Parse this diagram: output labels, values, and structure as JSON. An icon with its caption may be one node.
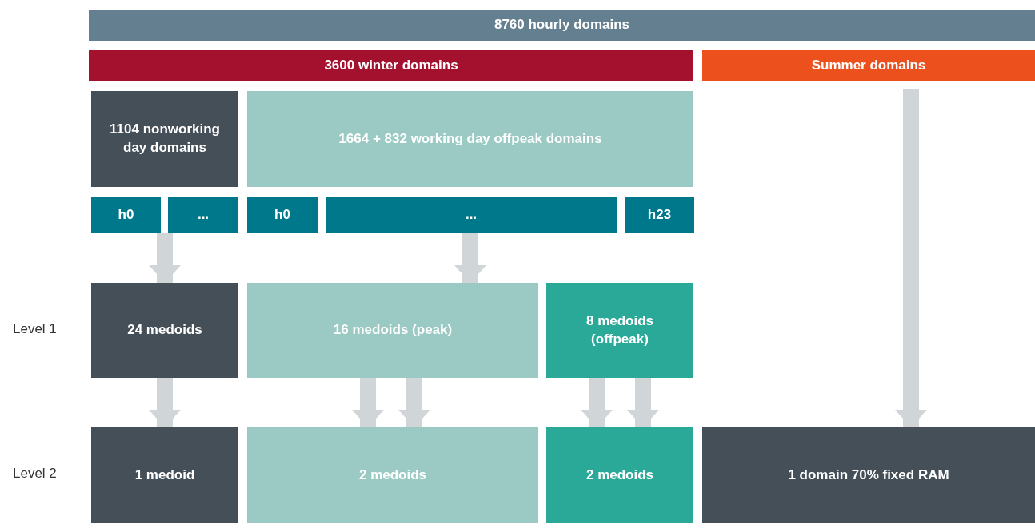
{
  "diagram": {
    "nodes": [
      {
        "text": [
          "8760 hourly domains"
        ]
      },
      {
        "text": [
          "3600 winter domains"
        ]
      },
      {
        "text": [
          "Summer domains"
        ]
      },
      {
        "text": [
          "1104 nonworking day domains"
        ]
      },
      {
        "text": [
          "1664 + 832 working day offpeak domains"
        ]
      },
      {
        "text": [
          "h0"
        ]
      },
      {
        "text": [
          "..."
        ]
      },
      {
        "text": [
          "h0"
        ]
      },
      {
        "text": [
          "..."
        ]
      },
      {
        "text": [
          "h23"
        ]
      },
      {
        "text": [
          "24 medoids"
        ]
      },
      {
        "text": [
          "16 medoids (peak)"
        ]
      },
      {
        "text": [
          "8 medoids (offpeak)"
        ]
      },
      {
        "text": [
          "1 medoid"
        ]
      },
      {
        "text": [
          "2 medoids"
        ]
      },
      {
        "text": [
          "2 medoids"
        ]
      },
      {
        "text": [
          "1 domain 70% fixed RAM"
        ]
      }
    ],
    "edges": [
      {
        "from": 5,
        "to": 10,
        "arrow": "to"
      },
      {
        "from": 6,
        "to": 10,
        "arrow": "to"
      },
      {
        "from": 8,
        "to": 11,
        "arrow": "to"
      },
      {
        "from": 10,
        "to": 13,
        "arrow": "to"
      },
      {
        "from": 11,
        "to": 14,
        "arrow": "to"
      },
      {
        "from": 11,
        "to": 14,
        "arrow": "to"
      },
      {
        "from": 12,
        "to": 15,
        "arrow": "to"
      },
      {
        "from": 12,
        "to": 15,
        "arrow": "to"
      },
      {
        "from": 2,
        "to": 16,
        "arrow": "to"
      }
    ],
    "labels": [
      "Level 1",
      "Level 2"
    ]
  }
}
